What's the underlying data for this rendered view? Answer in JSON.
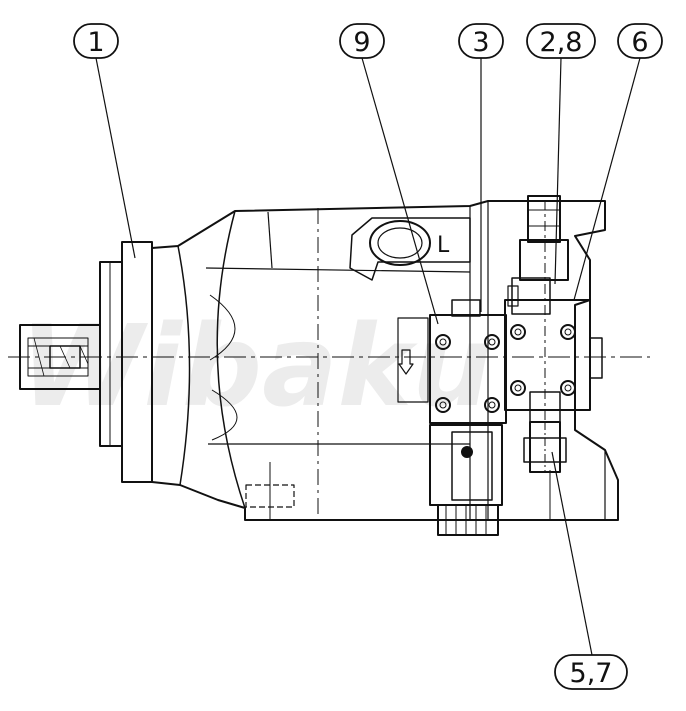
{
  "watermark": "Wibaku",
  "callouts": [
    "1",
    "9",
    "3",
    "2,8",
    "6",
    "5,7"
  ],
  "port_marking": "L",
  "colors": {
    "line": "#111111",
    "background": "#ffffff",
    "watermark": "#ececec"
  }
}
